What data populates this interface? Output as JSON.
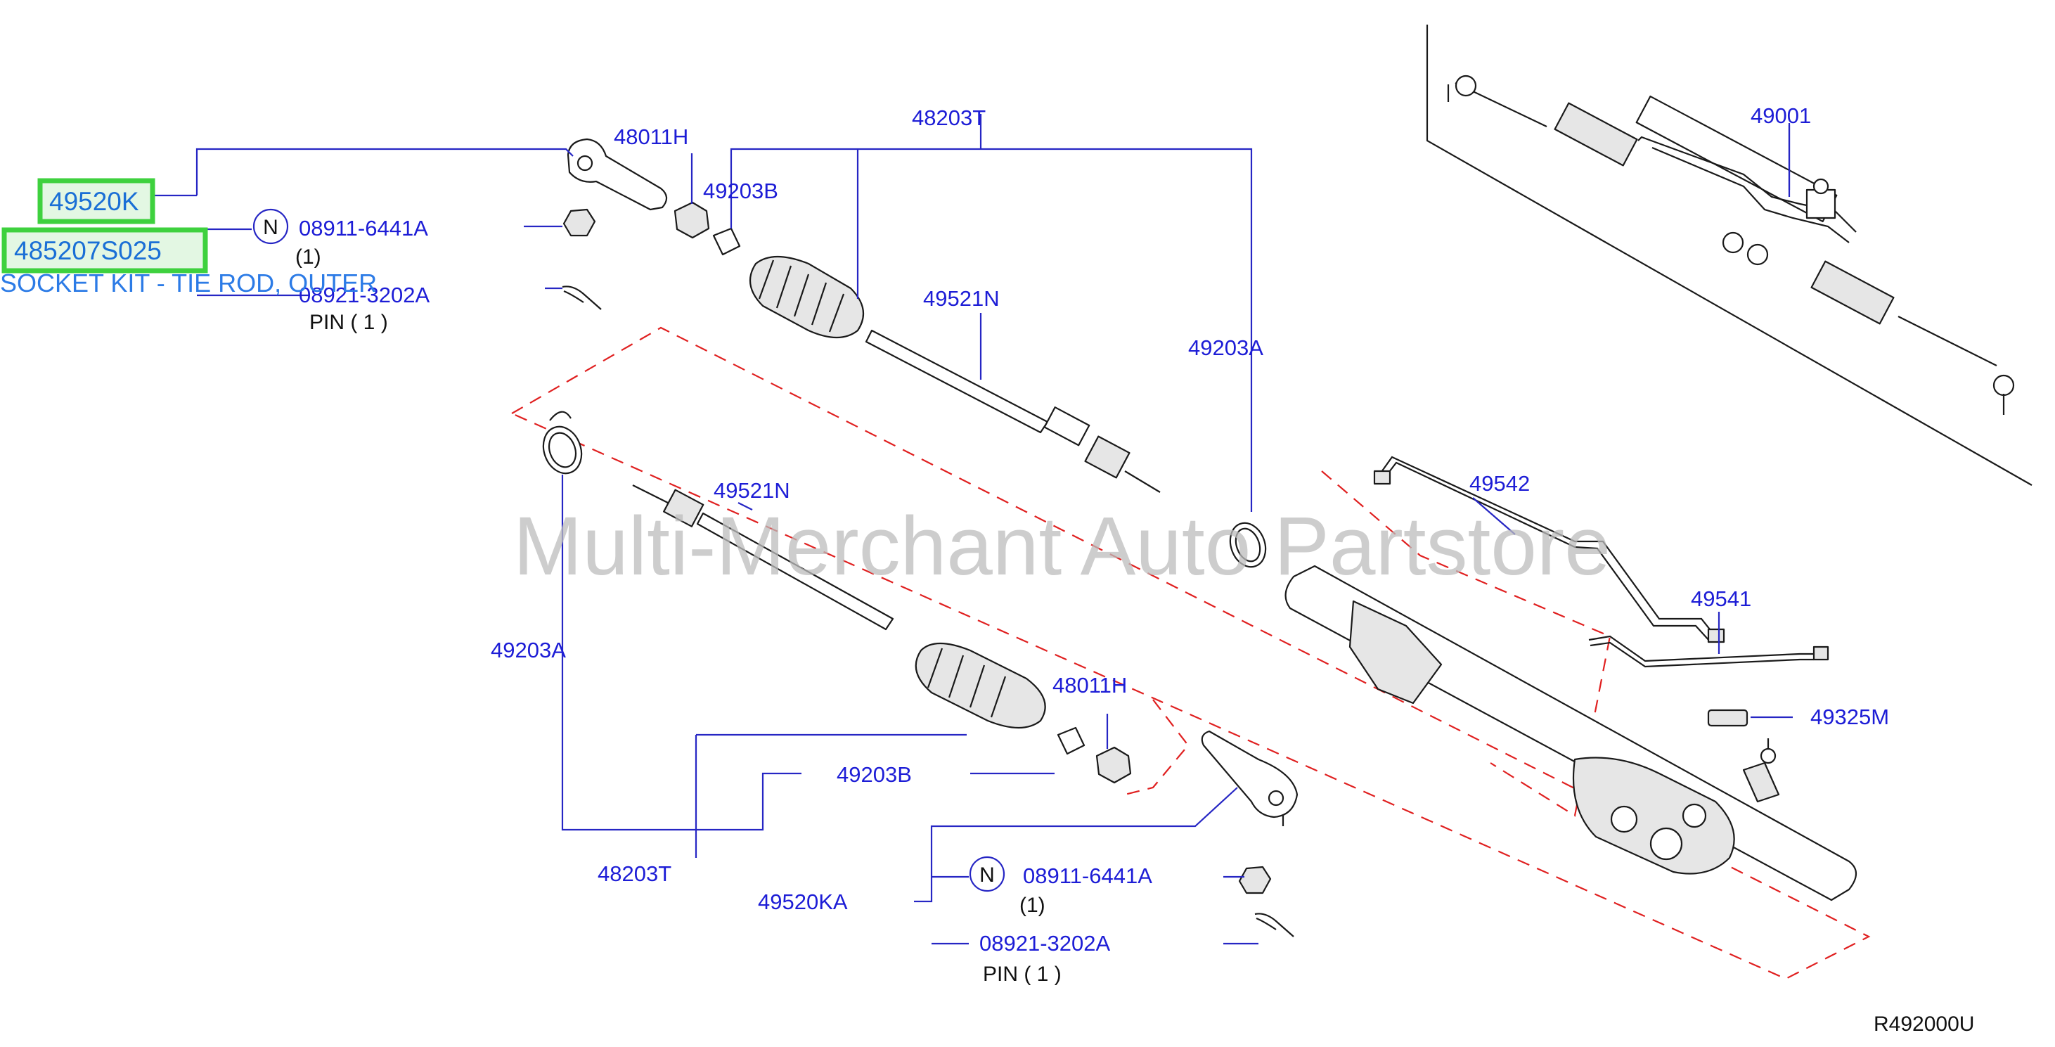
{
  "watermark": "Multi-Merchant Auto Partstore",
  "diagram_code": "R492000U",
  "highlight": {
    "part_number": "49520K",
    "catalog_number": "485207S025",
    "description": "SOCKET KIT - TIE ROD, OUTER"
  },
  "labels": {
    "p48011h_top": "48011H",
    "p48203t_top": "48203T",
    "p49203b_top": "49203B",
    "p08911_top": "08911-6441A",
    "qty_top": "(1)",
    "p08921_top": "08921-3202A",
    "pin_top": "PIN   (  1  )",
    "p49521n_top": "49521N",
    "p49203a_right": "49203A",
    "p49001": "49001",
    "p49542": "49542",
    "p49541": "49541",
    "p49325m": "49325M",
    "p49521n_mid": "49521N",
    "p49203a_left": "49203A",
    "p48011h_bottom": "48011H",
    "p49203b_bottom": "49203B",
    "p48203t_bottom": "48203T",
    "p49520ka": "49520KA",
    "p08911_bottom": "08911-6441A",
    "qty_bottom": "(1)",
    "p08921_bottom": "08921-3202A",
    "pin_bottom": "PIN   (  1  )",
    "n_symbol_top": "N",
    "n_symbol_bottom": "N"
  }
}
